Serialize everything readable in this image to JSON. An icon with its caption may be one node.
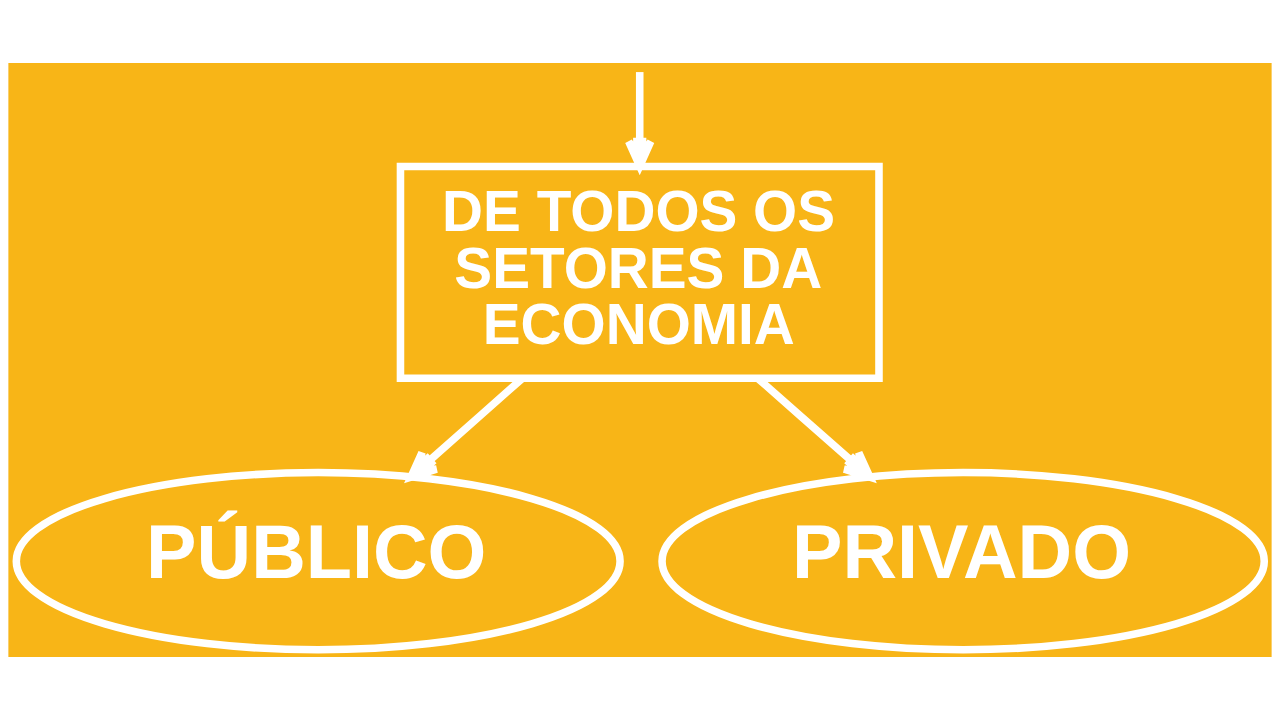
{
  "diagram": {
    "nodes": [
      {
        "text": [
          "DE TODOS OS SETORES DA ECONOMIA"
        ]
      },
      {
        "text": [
          "PÚBLICO"
        ]
      },
      {
        "text": [
          "PRIVADO"
        ]
      }
    ],
    "edges": [
      {
        "from": null,
        "to": 0,
        "arrow": "to"
      },
      {
        "from": 0,
        "to": 1,
        "arrow": "to"
      },
      {
        "from": 0,
        "to": 2,
        "arrow": "to"
      }
    ]
  }
}
